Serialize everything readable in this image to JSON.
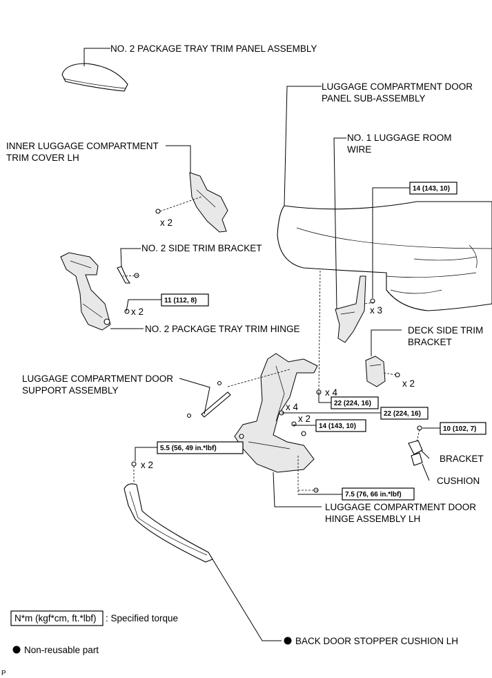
{
  "labels": {
    "tray_panel": "NO. 2 PACKAGE TRAY TRIM PANEL ASSEMBLY",
    "door_panel_1": "LUGGAGE COMPARTMENT DOOR",
    "door_panel_2": "PANEL SUB-ASSEMBLY",
    "room_wire_1": "NO. 1 LUGGAGE ROOM",
    "room_wire_2": "WIRE",
    "inner_cover_1": "INNER LUGGAGE COMPARTMENT",
    "inner_cover_2": "TRIM COVER LH",
    "side_trim_bracket": "NO. 2 SIDE TRIM BRACKET",
    "tray_hinge": "NO. 2 PACKAGE TRAY TRIM HINGE",
    "deck_bracket_1": "DECK SIDE TRIM",
    "deck_bracket_2": "BRACKET",
    "support_1": "LUGGAGE COMPARTMENT DOOR",
    "support_2": "SUPPORT ASSEMBLY",
    "bracket": "BRACKET",
    "cushion": "CUSHION",
    "hinge_1": "LUGGAGE COMPARTMENT DOOR",
    "hinge_2": "HINGE ASSEMBLY LH",
    "stopper": "BACK DOOR STOPPER CUSHION LH"
  },
  "quantities": {
    "inner_cover": "x 2",
    "room_wire": "x 3",
    "tray_hinge": "x 2",
    "deck_bracket": "x 2",
    "hinge_top": "x 4",
    "hinge_mid": "x 4",
    "hinge_bolt": "x 2",
    "stopper": "x 2"
  },
  "torques": {
    "t_wire": "14 (143, 10)",
    "t_hinge_tray": "11 (112, 8)",
    "t_hinge_a": "22 (224, 16)",
    "t_hinge_b": "22 (224, 16)",
    "t_hinge_c": "14 (143, 10)",
    "t_bracket": "10 (102, 7)",
    "t_stopper": "5.5 (56, 49 in.*lbf)",
    "t_bottom": "7.5 (76, 66 in.*lbf)"
  },
  "legend": {
    "torque_unit": "N*m (kgf*cm, ft.*lbf)",
    "torque_desc": ": Specified torque",
    "nonreusable": "Non-reusable part"
  },
  "corner_mark": "P"
}
